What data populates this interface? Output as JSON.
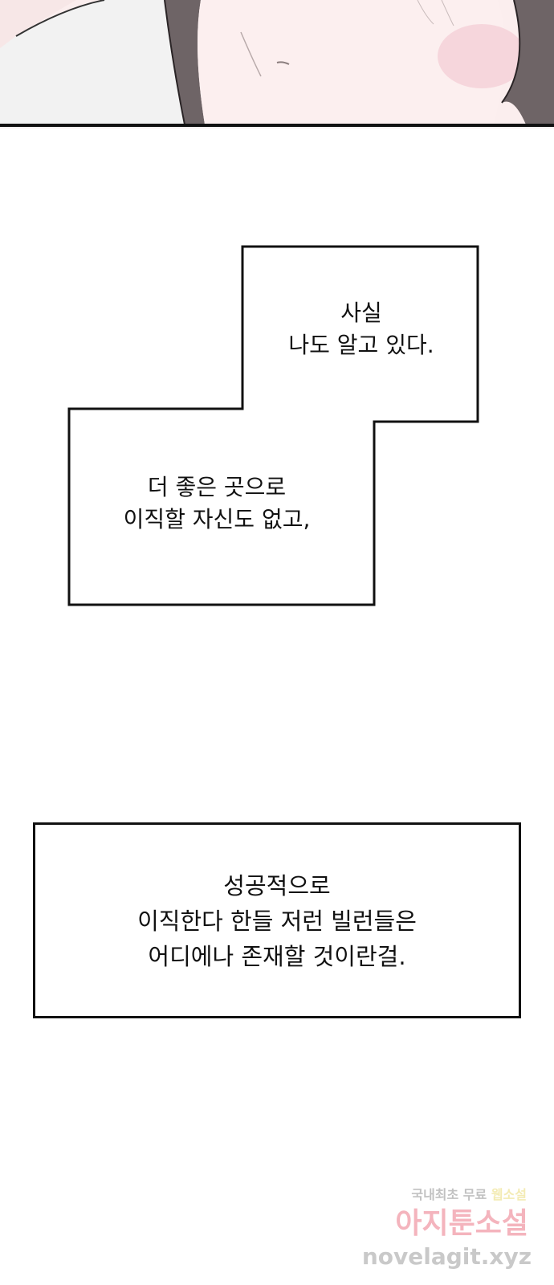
{
  "captions": [
    {
      "text": "사실\n나도 알고 있다."
    },
    {
      "text": "더 좋은 곳으로\n이직할 자신도 없고,"
    },
    {
      "text": "성공적으로\n이직한다 한들 저런 빌런들은\n어디에나 존재할 것이란걸."
    }
  ],
  "watermark": {
    "line1_prefix": "국내최초 무료",
    "line1_accent": "웹소설",
    "brand": "아지툰소설",
    "site": "novelagit.xyz"
  },
  "colors": {
    "skin": "#fbeeee",
    "blush": "#f6d6dc",
    "hair": "#6e6466",
    "clothing": "#f2f2f2",
    "border": "#111111",
    "watermark_pink": "#e85a6e",
    "watermark_yellow": "#e6d35a"
  }
}
